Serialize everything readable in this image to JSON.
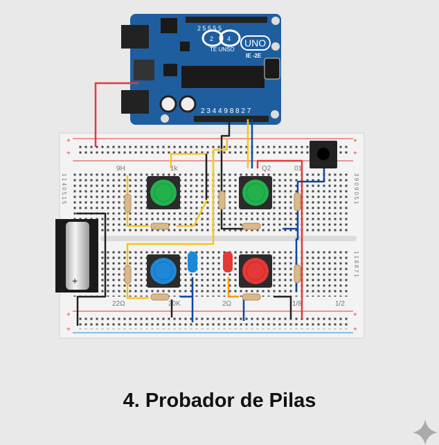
{
  "title": "4. Probador de Pilas",
  "arduino": {
    "model": "UNO",
    "logo_numbers": [
      "2",
      "4"
    ],
    "brand_text": "TE UNSO",
    "sub_text": "IE -2E",
    "top_pin_labels": "2    5 5 5 5",
    "bottom_pin_labels": "2 3 4 4 9 8 8 2 7"
  },
  "breadboard": {
    "labels": [
      "9H",
      "1k",
      "Q2",
      "01",
      "22Ω",
      "20K",
      "2Ω",
      "1/8",
      "1/2"
    ],
    "side_left": "1 1 4 0 5 1 5",
    "side_right": "3 9 0 9 0 5 1",
    "side_right_bottom": "1 1 8 8 7 1",
    "rail_plus": "+"
  },
  "battery": {
    "polarity": "+"
  },
  "colors": {
    "arduino": "#1f5e9e",
    "green": "#22b24c",
    "blue": "#1e88d8",
    "red": "#e53935",
    "yellow": "#f5c518",
    "wire_blue": "#0d47a1",
    "wire_red": "#e53935"
  }
}
